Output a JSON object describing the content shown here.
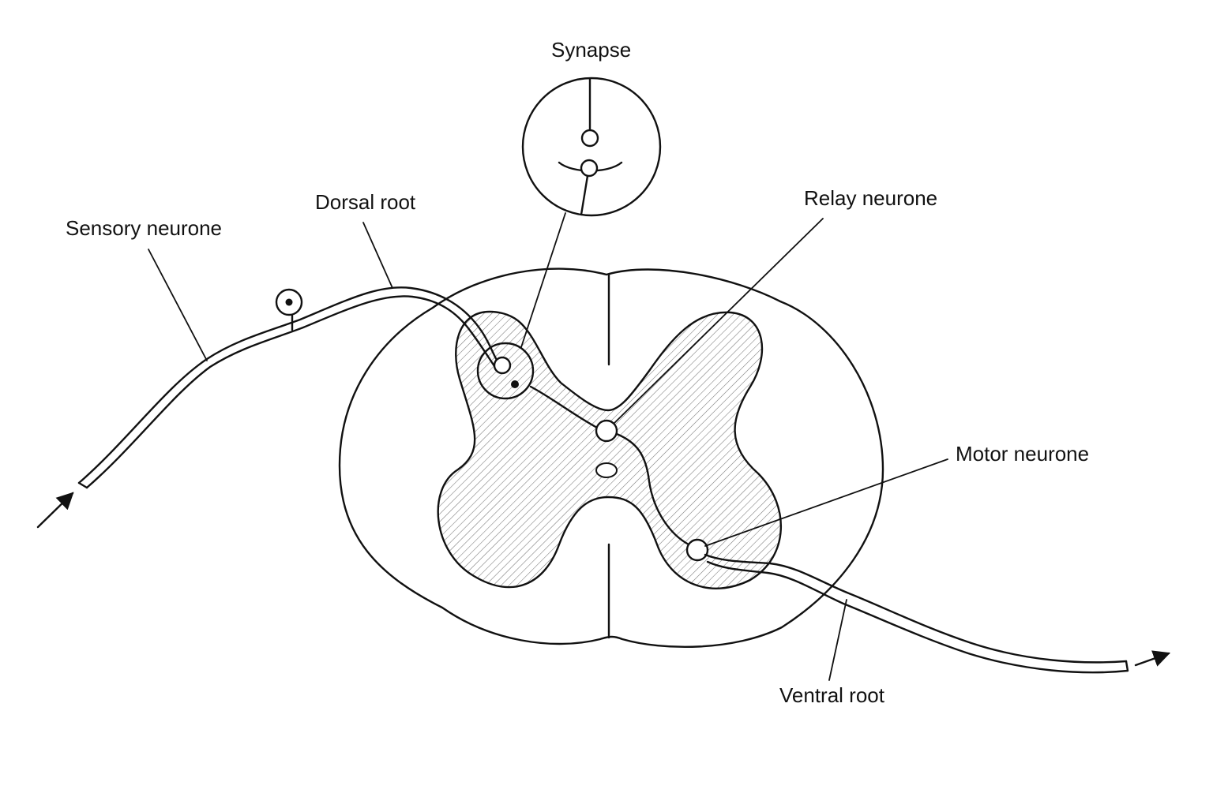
{
  "labels": {
    "synapse": "Synapse",
    "dorsal_root": "Dorsal root",
    "sensory_neurone": "Sensory neurone",
    "relay_neurone": "Relay neurone",
    "motor_neurone": "Motor neurone",
    "ventral_root": "Ventral root"
  },
  "colors": {
    "ink": "#111111",
    "background": "#ffffff",
    "grey_matter_hatch": "#777777"
  }
}
